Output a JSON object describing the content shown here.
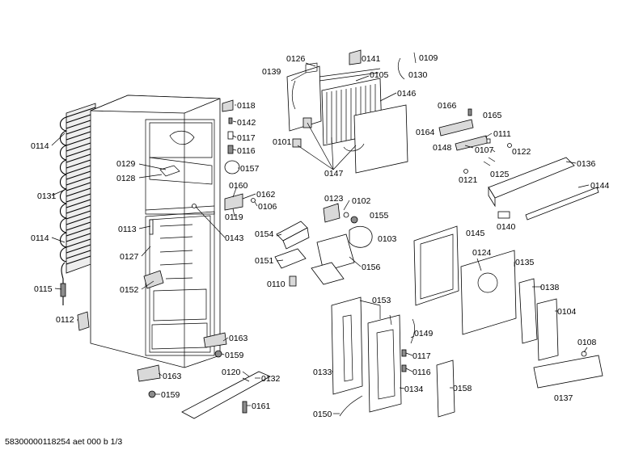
{
  "footer": {
    "doc_id": "58300000118254 aet 000 b 1/3"
  },
  "labels": {
    "p0101": "0101",
    "p0102": "0102",
    "p0103": "0103",
    "p0104": "0104",
    "p0105": "0105",
    "p0106": "0106",
    "p0107": "0107",
    "p0108": "0108",
    "p0109": "0109",
    "p0110": "0110",
    "p0111": "0111",
    "p0112": "0112",
    "p0113": "0113",
    "p0114a": "0114",
    "p0114b": "0114",
    "p0115": "0115",
    "p0116a": "0116",
    "p0116b": "0116",
    "p0117a": "0117",
    "p0117b": "0117",
    "p0118": "0118",
    "p0119": "0119",
    "p0120": "0120",
    "p0121": "0121",
    "p0122": "0122",
    "p0123": "0123",
    "p0124": "0124",
    "p0125": "0125",
    "p0126": "0126",
    "p0127": "0127",
    "p0128": "0128",
    "p0129": "0129",
    "p0130": "0130",
    "p0131": "0131",
    "p0132": "0132",
    "p0133": "0133",
    "p0134": "0134",
    "p0135": "0135",
    "p0136": "0136",
    "p0137": "0137",
    "p0138": "0138",
    "p0139": "0139",
    "p0140": "0140",
    "p0141": "0141",
    "p0142": "0142",
    "p0143": "0143",
    "p0144": "0144",
    "p0145": "0145",
    "p0146": "0146",
    "p0147": "0147",
    "p0148": "0148",
    "p0149": "0149",
    "p0150": "0150",
    "p0151": "0151",
    "p0152": "0152",
    "p0153": "0153",
    "p0154": "0154",
    "p0155": "0155",
    "p0156": "0156",
    "p0157": "0157",
    "p0158": "0158",
    "p0159a": "0159",
    "p0159b": "0159",
    "p0160": "0160",
    "p0161": "0161",
    "p0162": "0162",
    "p0163a": "0163",
    "p0163b": "0163",
    "p0164": "0164",
    "p0165": "0165",
    "p0166": "0166"
  }
}
